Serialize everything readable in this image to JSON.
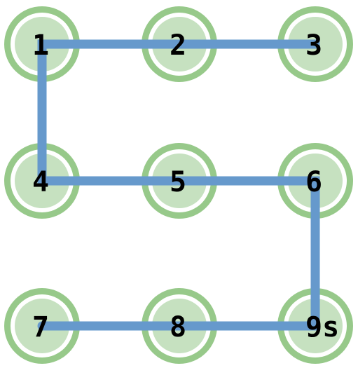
{
  "pattern_lock": {
    "colors": {
      "ring": "#97c98a",
      "inner": "#c6e1c0",
      "background": "#ffffff",
      "path": "#6699cc",
      "label": "#000000"
    },
    "nodes": [
      {
        "id": 1,
        "label": "1"
      },
      {
        "id": 2,
        "label": "2"
      },
      {
        "id": 3,
        "label": "3"
      },
      {
        "id": 4,
        "label": "4"
      },
      {
        "id": 5,
        "label": "5"
      },
      {
        "id": 6,
        "label": "6"
      },
      {
        "id": 7,
        "label": "7"
      },
      {
        "id": 8,
        "label": "8"
      },
      {
        "id": 9,
        "label": "9s"
      }
    ],
    "path_sequence": [
      3,
      2,
      1,
      4,
      5,
      6,
      9,
      8,
      7
    ]
  }
}
